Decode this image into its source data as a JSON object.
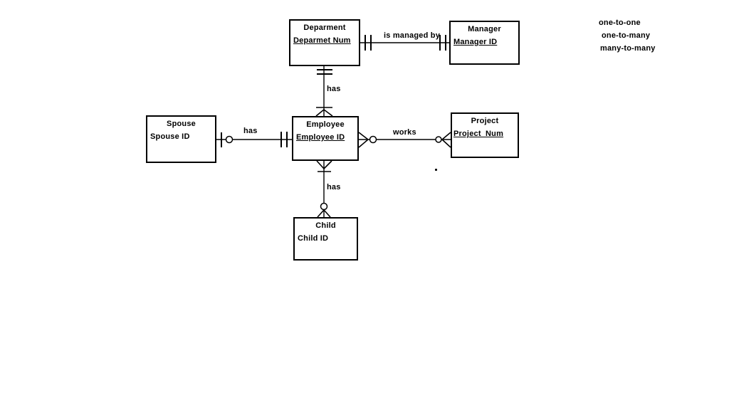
{
  "diagram": {
    "entities": [
      {
        "id": "department",
        "title": "Deparment",
        "attribute": "Deparmet Num",
        "attribute_underlined": true
      },
      {
        "id": "manager",
        "title": "Manager",
        "attribute": "Manager ID",
        "attribute_underlined": true
      },
      {
        "id": "spouse",
        "title": "Spouse",
        "attribute": "Spouse ID",
        "attribute_underlined": false
      },
      {
        "id": "employee",
        "title": "Employee",
        "attribute": "Employee ID",
        "attribute_underlined": true
      },
      {
        "id": "project",
        "title": "Project",
        "attribute": "Project_Num",
        "attribute_underlined": true
      },
      {
        "id": "child",
        "title": "Child",
        "attribute": "Child ID",
        "attribute_underlined": false
      }
    ],
    "relationships": [
      {
        "label": "is managed by",
        "from": "Deparment",
        "to": "Manager",
        "cardinality": "one-to-one"
      },
      {
        "label": "has",
        "from": "Deparment",
        "to": "Employee",
        "cardinality": "one-to-many"
      },
      {
        "label": "has",
        "from": "Spouse",
        "to": "Employee",
        "cardinality": "one-to-one"
      },
      {
        "label": "works",
        "from": "Employee",
        "to": "Project",
        "cardinality": "many-to-many"
      },
      {
        "label": "has",
        "from": "Employee",
        "to": "Child",
        "cardinality": "one-to-many"
      }
    ],
    "legend": {
      "items": [
        "one-to-one",
        "one-to-many",
        "many-to-many"
      ]
    },
    "colors": {
      "line": "#000000",
      "background": "#ffffff",
      "text": "#000000"
    }
  }
}
